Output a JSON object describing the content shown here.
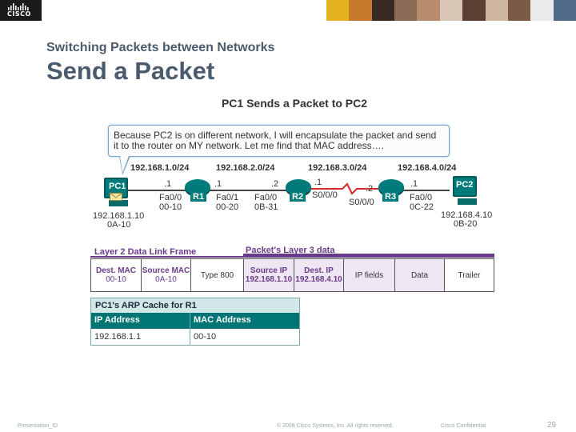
{
  "header": {
    "logo_text": "CISCO",
    "photo_colors": [
      "#e4b21e",
      "#c9792b",
      "#3a2a24",
      "#8a6b55",
      "#b98c6e",
      "#d9c5b3",
      "#5c3f32",
      "#cfb79f",
      "#7b5a48",
      "#eaeaea",
      "#4f6a86"
    ]
  },
  "slide": {
    "subtitle": "Switching Packets between Networks",
    "title": "Send a Packet",
    "diagram_title": "PC1 Sends a Packet to PC2"
  },
  "bubble": {
    "text": "Because PC2 is on different network, I will encapsulate the packet and send it to the router on MY network. Let me find that MAC address…."
  },
  "topology": {
    "networks": [
      "192.168.1.0/24",
      "192.168.2.0/24",
      "192.168.3.0/24",
      "192.168.4.0/24"
    ],
    "pc1": {
      "name": "PC1",
      "ip": "192.168.1.10",
      "mac": "0A-10"
    },
    "pc2": {
      "name": "PC2",
      "ip": "192.168.4.10",
      "mac": "0B-20"
    },
    "r1": {
      "name": "R1",
      "left_host": ".1",
      "right_host": ".1",
      "if_left": "Fa0/0",
      "mac_left": "00-10",
      "if_right": "Fa0/1",
      "mac_right": "00-20"
    },
    "r2": {
      "name": "R2",
      "left_host": ".2",
      "right_host": ".1",
      "if_left": "Fa0/0",
      "mac_left": "0B-31",
      "if_right": "S0/0/0"
    },
    "r3": {
      "name": "R3",
      "left_host": ".2",
      "right_host": ".1",
      "if_left": "S0/0/0",
      "if_right": "Fa0/0",
      "mac_right": "0C-22"
    }
  },
  "frame": {
    "layer2_caption": "Layer 2 Data Link Frame",
    "layer3_caption": "Packet's Layer 3 data",
    "cells": [
      {
        "top": "Dest. MAC",
        "bottom": "00-10"
      },
      {
        "top": "Source MAC",
        "bottom": "0A-10"
      },
      {
        "top": "Type 800",
        "bottom": ""
      },
      {
        "top": "Source IP",
        "bottom": "192.168.1.10"
      },
      {
        "top": "Dest. IP",
        "bottom": "192.168.4.10"
      },
      {
        "top": "IP fields",
        "bottom": ""
      },
      {
        "top": "Data",
        "bottom": ""
      },
      {
        "top": "Trailer",
        "bottom": ""
      }
    ]
  },
  "arp_cache": {
    "title": "PC1's ARP Cache for R1",
    "headers": [
      "IP Address",
      "MAC Address"
    ],
    "rows": [
      [
        "192.168.1.1",
        "00-10"
      ]
    ]
  },
  "footer": {
    "left": "Presentation_ID",
    "center": "© 2008 Cisco Systems, Inc. All rights reserved.",
    "right": "Cisco Confidential",
    "page": "29"
  }
}
